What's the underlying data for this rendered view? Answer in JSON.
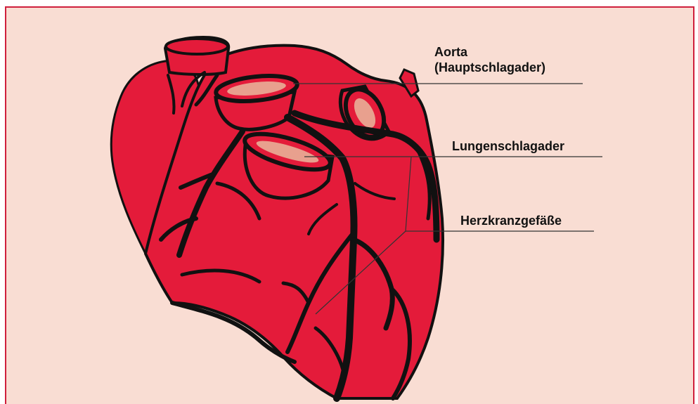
{
  "colors": {
    "background": "#f9ddd3",
    "border": "#cf1f3c",
    "heart": "#e41b3a",
    "vessel": "#111111",
    "lumen": "#e8a08e"
  },
  "labels": {
    "aorta_line1": "Aorta",
    "aorta_line2": "(Hauptschlagader)",
    "pulmonary": "Lungenschlagader",
    "coronary": "Herzkranzgefäße"
  }
}
